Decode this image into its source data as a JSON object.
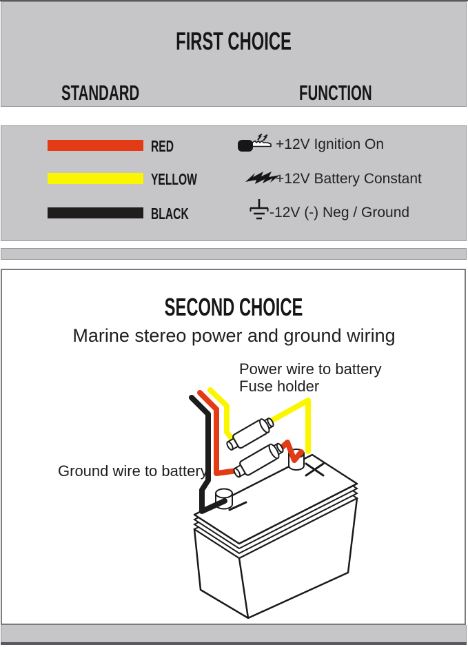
{
  "first_choice": {
    "title": "FIRST CHOICE",
    "col_standard": "STANDARD",
    "col_function": "FUNCTION",
    "rows": [
      {
        "color_label": "RED",
        "color_hex": "#e23b16",
        "icon": "ignition-key-icon",
        "function_text": "+12V Ignition On"
      },
      {
        "color_label": "YELLOW",
        "color_hex": "#fcf500",
        "icon": "lightning-bolt-icon",
        "function_text": "+12V Battery Constant"
      },
      {
        "color_label": "BLACK",
        "color_hex": "#1f1e1c",
        "icon": "ground-symbol-icon",
        "function_text": "-12V (-) Neg / Ground"
      }
    ]
  },
  "second_choice": {
    "title": "SECOND CHOICE",
    "subtitle": "Marine stereo power and ground wiring",
    "label_power_wire": "Power wire to battery",
    "label_fuse_holder": "Fuse holder",
    "label_ground_wire": "Ground wire to battery",
    "battery": {
      "positive_terminal_mark": "+",
      "negative_terminal_mark": "-",
      "wires": [
        {
          "name": "yellow-power-wire",
          "color_hex": "#fcf500",
          "connects_to": "positive terminal via fuse holder"
        },
        {
          "name": "red-power-wire",
          "color_hex": "#e23b16",
          "connects_to": "positive terminal via fuse holder"
        },
        {
          "name": "black-ground-wire",
          "color_hex": "#1c1c1c",
          "connects_to": "negative terminal"
        }
      ],
      "fuse_holders": 2
    }
  },
  "colors": {
    "panel_gray": "#c6c5c8",
    "border_gray": "#98979b",
    "box_border": "#7b7a7e",
    "dark_line": "#59585c",
    "text": "#161616"
  }
}
